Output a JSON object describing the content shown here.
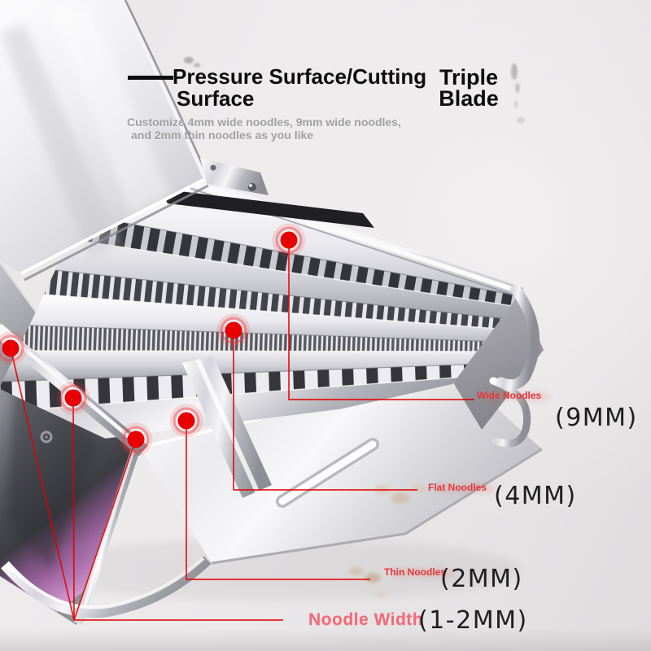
{
  "labels": {
    "pressure_surface": {
      "line1": "Pressure Surface/Cutting",
      "line2": "Surface"
    },
    "triple_blade": {
      "line1": "Triple",
      "line2": "Blade"
    },
    "caption": {
      "line1": "Customize 4mm wide noodles, 9mm wide noodles,",
      "line2": "and 2mm thin noodles as you like"
    }
  },
  "callouts": [
    {
      "id": "wide-noodles",
      "label": "Wide Noodles",
      "size": "(9MM)"
    },
    {
      "id": "flat-noodles",
      "label": "Flat Noodles",
      "size": "(4MM)"
    },
    {
      "id": "thin-noodles",
      "label": "Thin Noodles",
      "size": "(2MM)"
    },
    {
      "id": "noodle-width",
      "label": "Noodle Width",
      "size": "(1-2MM)"
    }
  ],
  "colors": {
    "marker_red": "#e30000",
    "callout_label_red": "#e23a3a",
    "noodle_width_pink": "#ee6c78",
    "size_text_black": "#1e1e1e",
    "title_black": "#0d0d0d",
    "caption_gray": "#9f9fa0",
    "background_gray": "#e9e7e8",
    "steel_bright": "#f6f6f8",
    "steel_dark": "#3c3c43"
  }
}
